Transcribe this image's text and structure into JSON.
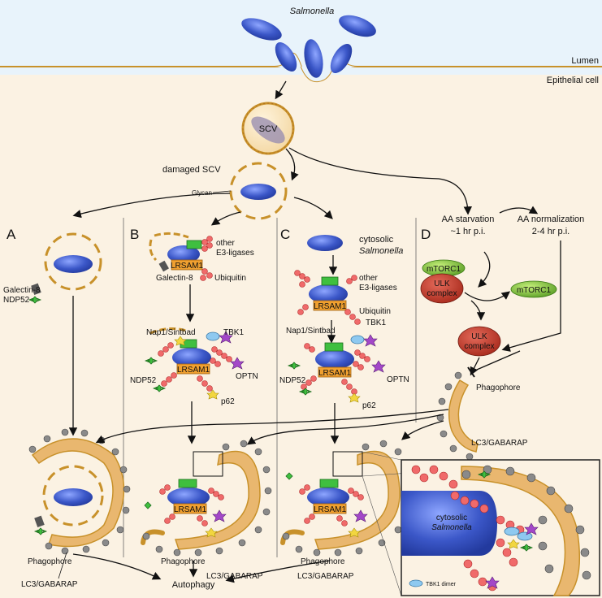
{
  "labels": {
    "salmonella": "Salmonella",
    "lumen": "Lumen",
    "epithelial_cell": "Epithelial cell",
    "scv": "SCV",
    "damaged_scv": "damaged SCV",
    "glycan": "Glycan",
    "panel_a": "A",
    "panel_b": "B",
    "panel_c": "C",
    "panel_d": "D",
    "galectin8": "Galectin-8",
    "ndp52": "NDP52",
    "other": "other",
    "e3_ligases": "E3-ligases",
    "lrsam1": "LRSAM1",
    "ubiquitin": "Ubiquitin",
    "cytosolic": "cytosolic",
    "nap1_sintbad": "Nap1/Sintbad",
    "tbk1": "TBK1",
    "optn": "OPTN",
    "p62": "p62",
    "aa_starvation_1": "AA starvation",
    "aa_starvation_2": "~1 hr p.i.",
    "aa_normalization_1": "AA normalization",
    "aa_normalization_2": "2-4 hr p.i.",
    "mtorc1": "mTORC1",
    "ulk": "ULK",
    "complex": "complex",
    "phagophore": "Phagophore",
    "lc3": "LC3/GABARAP",
    "autophagy": "Autophagy",
    "tbk1_dimer": "TBK1 dimer"
  },
  "colors": {
    "bacteria": "#3b57c8",
    "membrane": "#c8912a",
    "lumen_bg": "#e8f3fb",
    "cell_bg": "#fbf2e3",
    "lrsam1": "#f0a030",
    "ubiquitin": "#f06a6a",
    "green_protein": "#3fbf3f",
    "mtorc1": "#8fce3f",
    "ulk": "#c0392b",
    "tbk1": "#8ec9f0",
    "optn": "#a347c8",
    "p62": "#f2d640",
    "lc3": "#8a8a8a",
    "phagophore": "#e9b76f"
  }
}
